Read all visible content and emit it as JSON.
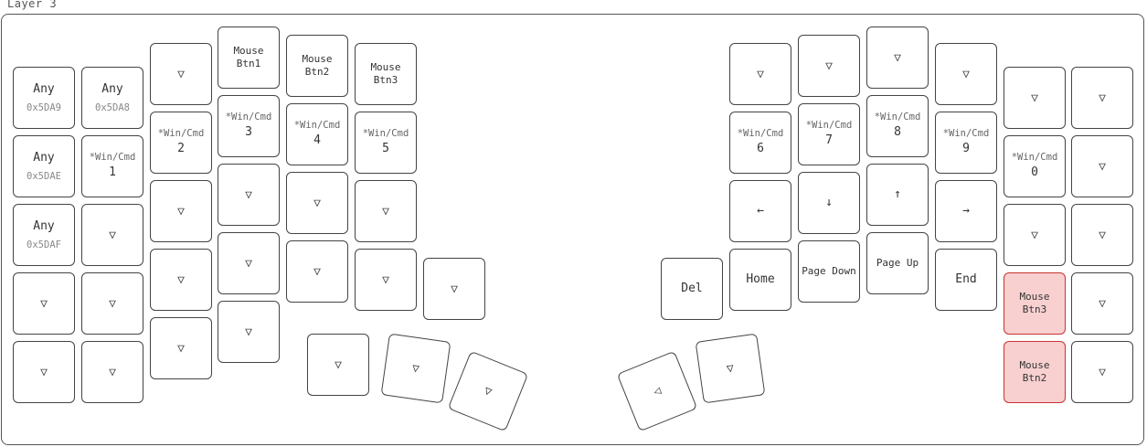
{
  "layer": {
    "title": "Layer 3"
  },
  "keys": [
    {
      "id": "l00",
      "label": "Any",
      "sub": "0x5DA9"
    },
    {
      "id": "l01",
      "label": "Any",
      "sub": "0x5DA8"
    },
    {
      "id": "l02",
      "label": "▽"
    },
    {
      "id": "l03",
      "label": "Mouse\nBtn1",
      "small": true
    },
    {
      "id": "l04",
      "label": "Mouse\nBtn2",
      "small": true
    },
    {
      "id": "l05",
      "label": "Mouse\nBtn3",
      "small": true
    },
    {
      "id": "l10",
      "label": "Any",
      "sub": "0x5DAE"
    },
    {
      "id": "l11",
      "label": "1",
      "hold": "*Win/Cmd"
    },
    {
      "id": "l12",
      "label": "2",
      "hold": "*Win/Cmd"
    },
    {
      "id": "l13",
      "label": "3",
      "hold": "*Win/Cmd"
    },
    {
      "id": "l14",
      "label": "4",
      "hold": "*Win/Cmd"
    },
    {
      "id": "l15",
      "label": "5",
      "hold": "*Win/Cmd"
    },
    {
      "id": "l20",
      "label": "Any",
      "sub": "0x5DAF"
    },
    {
      "id": "l21",
      "label": "▽"
    },
    {
      "id": "l22",
      "label": "▽"
    },
    {
      "id": "l23",
      "label": "▽"
    },
    {
      "id": "l24",
      "label": "▽"
    },
    {
      "id": "l25",
      "label": "▽"
    },
    {
      "id": "l30",
      "label": "▽"
    },
    {
      "id": "l31",
      "label": "▽"
    },
    {
      "id": "l32",
      "label": "▽"
    },
    {
      "id": "l33",
      "label": "▽"
    },
    {
      "id": "l34",
      "label": "▽"
    },
    {
      "id": "l35",
      "label": "▽"
    },
    {
      "id": "l36",
      "label": "▽"
    },
    {
      "id": "l40",
      "label": "▽"
    },
    {
      "id": "l41",
      "label": "▽"
    },
    {
      "id": "l42",
      "label": "▽"
    },
    {
      "id": "l43",
      "label": "▽"
    },
    {
      "id": "lt0",
      "label": "▽"
    },
    {
      "id": "lt1",
      "label": "▽"
    },
    {
      "id": "lt2",
      "label": "▽"
    },
    {
      "id": "r00",
      "label": "▽"
    },
    {
      "id": "r01",
      "label": "▽"
    },
    {
      "id": "r02",
      "label": "▽"
    },
    {
      "id": "r03",
      "label": "▽"
    },
    {
      "id": "r04",
      "label": "▽"
    },
    {
      "id": "r05",
      "label": "▽"
    },
    {
      "id": "r10",
      "label": "6",
      "hold": "*Win/Cmd"
    },
    {
      "id": "r11",
      "label": "7",
      "hold": "*Win/Cmd"
    },
    {
      "id": "r12",
      "label": "8",
      "hold": "*Win/Cmd"
    },
    {
      "id": "r13",
      "label": "9",
      "hold": "*Win/Cmd"
    },
    {
      "id": "r14",
      "label": "0",
      "hold": "*Win/Cmd"
    },
    {
      "id": "r15",
      "label": "▽"
    },
    {
      "id": "r20",
      "label": "←"
    },
    {
      "id": "r21",
      "label": "↓"
    },
    {
      "id": "r22",
      "label": "↑"
    },
    {
      "id": "r23",
      "label": "→"
    },
    {
      "id": "r24",
      "label": "▽"
    },
    {
      "id": "r25",
      "label": "▽"
    },
    {
      "id": "r30",
      "label": "Del"
    },
    {
      "id": "r31",
      "label": "Home"
    },
    {
      "id": "r32",
      "label": "Page Down",
      "small": true
    },
    {
      "id": "r33",
      "label": "Page Up",
      "small": true
    },
    {
      "id": "r34",
      "label": "End"
    },
    {
      "id": "r35",
      "label": "Mouse\nBtn3",
      "small": true,
      "highlight": true
    },
    {
      "id": "r36",
      "label": "▽"
    },
    {
      "id": "r44",
      "label": "Mouse\nBtn2",
      "small": true,
      "highlight": true
    },
    {
      "id": "r45",
      "label": "▽"
    },
    {
      "id": "rt0",
      "label": "◁"
    },
    {
      "id": "rt1",
      "label": "▽"
    }
  ]
}
